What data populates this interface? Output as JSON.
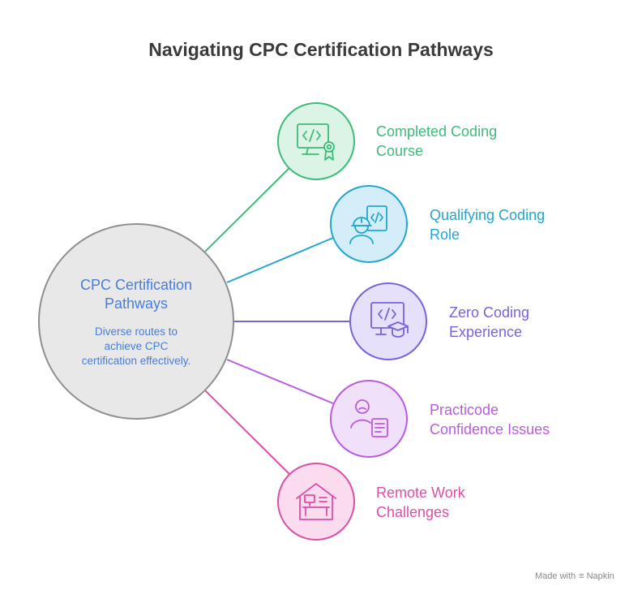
{
  "title": "Navigating CPC Certification Pathways",
  "center": {
    "title_line1": "CPC Certification",
    "title_line2": "Pathways",
    "desc_line1": "Diverse routes to",
    "desc_line2": "achieve CPC",
    "desc_line3": "certification effectively."
  },
  "branches": [
    {
      "line1": "Completed Coding",
      "line2": "Course",
      "color": "#3dbb79",
      "fill": "#dcf4e6",
      "icon": "code-monitor-certificate-icon"
    },
    {
      "line1": "Qualifying Coding",
      "line2": "Role",
      "color": "#22a6cf",
      "fill": "#d3eef8",
      "icon": "coder-worker-icon"
    },
    {
      "line1": "Zero Coding",
      "line2": "Experience",
      "color": "#7a62da",
      "fill": "#e6e0fa",
      "icon": "code-graduation-icon"
    },
    {
      "line1": "Practicode",
      "line2": "Confidence Issues",
      "color": "#b85ce0",
      "fill": "#f1e0fa",
      "icon": "person-document-icon"
    },
    {
      "line1": "Remote Work",
      "line2": "Challenges",
      "color": "#dc4fa6",
      "fill": "#fadcee",
      "icon": "home-office-icon"
    }
  ],
  "footer": {
    "made_with": "Made with",
    "brand": "Napkin"
  }
}
